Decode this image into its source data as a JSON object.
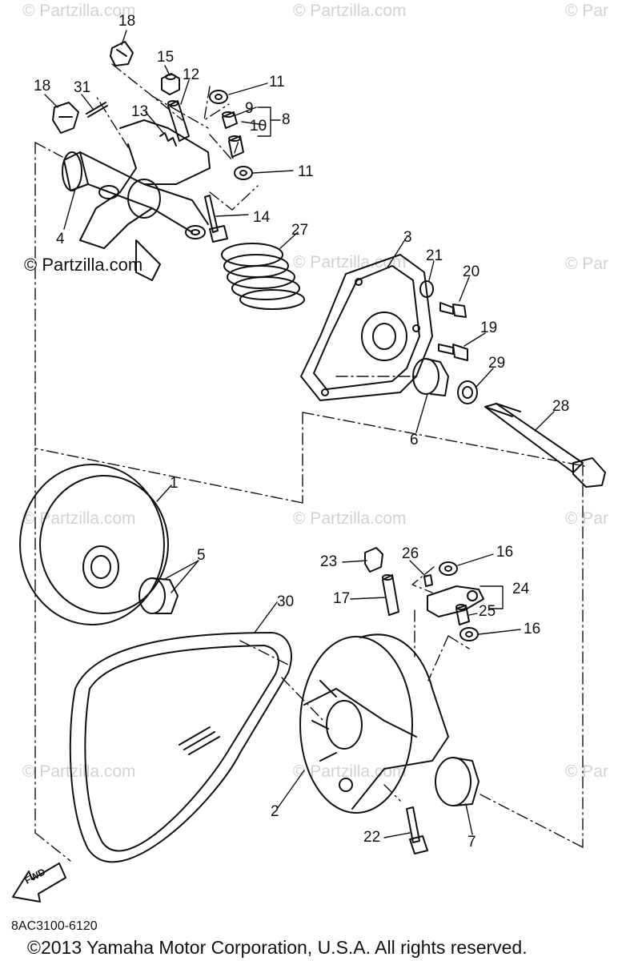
{
  "watermarks": [
    "© Partzilla.com",
    "© Partzilla.com",
    "© Par",
    "© Partzilla.com",
    "© Partzilla.com",
    "© Par",
    "© Partzilla.com",
    "© Partzilla.com",
    "© Par",
    "© Partzilla.com",
    "© Partzilla.com",
    "© Par"
  ],
  "watermark_strong": "© Partzilla.com",
  "callouts": [
    "18",
    "15",
    "12",
    "11",
    "18",
    "31",
    "9",
    "10",
    "8",
    "13",
    "11",
    "14",
    "4",
    "27",
    "3",
    "21",
    "20",
    "19",
    "29",
    "28",
    "6",
    "1",
    "5",
    "16",
    "23",
    "26",
    "17",
    "24",
    "25",
    "16",
    "30",
    "2",
    "22",
    "7"
  ],
  "direction_label": "FWD",
  "reference_code": "8AC3100-6120",
  "copyright": "©2013 Yamaha Motor Corporation, U.S.A. All rights reserved."
}
